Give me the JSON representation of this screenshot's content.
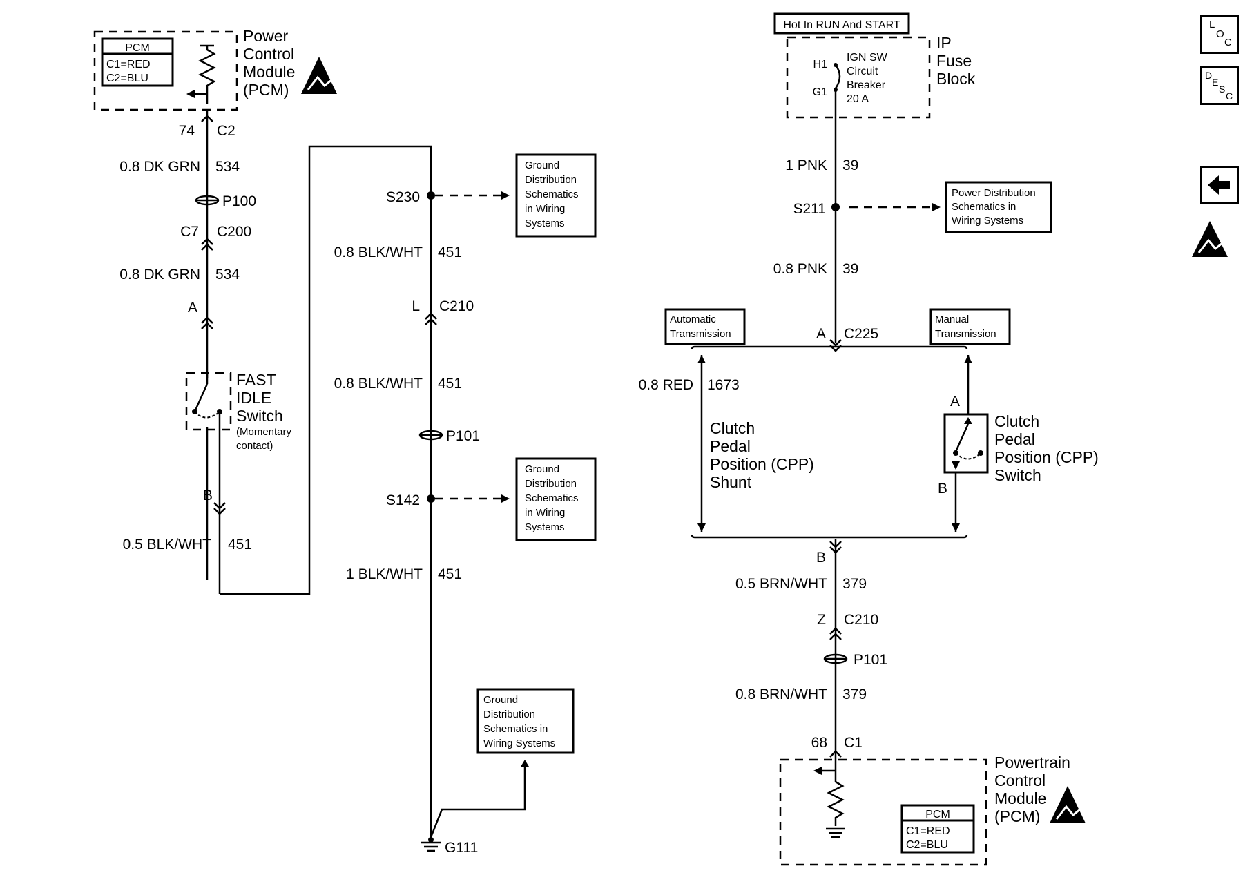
{
  "top_label": "Hot In RUN And START",
  "pcm_top": {
    "title": "Power\nControl\nModule\n(PCM)",
    "box_title": "PCM",
    "c1": "C1=RED",
    "c2": "C2=BLU"
  },
  "pcm_bottom": {
    "title": "Powertrain\nControl\nModule\n(PCM)",
    "box_title": "PCM",
    "c1": "C1=RED",
    "c2": "C2=BLU"
  },
  "fuse_block": {
    "title": "IP\nFuse\nBlock",
    "h1": "H1",
    "g1": "G1",
    "breaker": "IGN SW\nCircuit\nBreaker\n20 A"
  },
  "fast_idle": {
    "title": "FAST\nIDLE\nSwitch",
    "note": "(Momentary\ncontact)"
  },
  "cpp_shunt": "Clutch\nPedal\nPosition (CPP)\nShunt",
  "cpp_switch": "Clutch\nPedal\nPosition (CPP)\nSwitch",
  "ref_boxes": {
    "ground1": "Ground\nDistribution\nSchematics\nin Wiring\nSystems",
    "ground2": "Ground\nDistribution\nSchematics\nin Wiring\nSystems",
    "ground3": "Ground\nDistribution\nSchematics in\nWiring Systems",
    "power": "Power Distribution\nSchematics in\nWiring Systems",
    "auto_trans": "Automatic\nTransmission",
    "manual_trans": "Manual\nTransmission"
  },
  "labels": {
    "pin74": "74",
    "c2": "C2",
    "wire_534a": "0.8 DK GRN",
    "ckt_534a": "534",
    "p100": "P100",
    "c7": "C7",
    "c200": "C200",
    "wire_534b": "0.8 DK GRN",
    "ckt_534b": "534",
    "pinA_fi": "A",
    "pinB_fi": "B",
    "wire_451a": "0.5 BLK/WHT",
    "ckt_451a": "451",
    "s230": "S230",
    "wire_451b": "0.8 BLK/WHT",
    "ckt_451b": "451",
    "pinL": "L",
    "c210a": "C210",
    "wire_451c": "0.8 BLK/WHT",
    "ckt_451c": "451",
    "p101a": "P101",
    "s142": "S142",
    "wire_451d": "1 BLK/WHT",
    "ckt_451d": "451",
    "g111": "G111",
    "wire_39a": "1 PNK",
    "ckt_39a": "39",
    "s211": "S211",
    "wire_39b": "0.8 PNK",
    "ckt_39b": "39",
    "pinA_c225": "A",
    "c225": "C225",
    "wire_1673": "0.8 RED",
    "ckt_1673": "1673",
    "pinA_cpp": "A",
    "pinB_cpp": "B",
    "pinB_main": "B",
    "wire_379a": "0.5 BRN/WHT",
    "ckt_379a": "379",
    "pinZ": "Z",
    "c210b": "C210",
    "p101b": "P101",
    "wire_379b": "0.8 BRN/WHT",
    "ckt_379b": "379",
    "pin68": "68",
    "c1": "C1"
  },
  "nav": {
    "loc": [
      "L",
      "O",
      "C"
    ],
    "desc": [
      "D",
      "E",
      "S",
      "C"
    ],
    "back_icon": "back-arrow-icon",
    "esd_icon": "esd-warning-icon"
  }
}
